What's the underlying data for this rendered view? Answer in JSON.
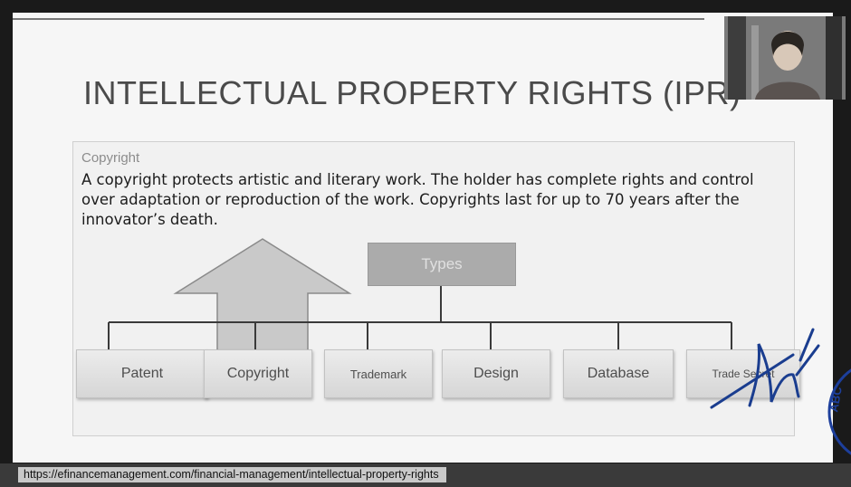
{
  "slide": {
    "title": "INTELLECTUAL PROPERTY RIGHTS (IPR)",
    "box": {
      "heading": "Copyright",
      "body": "A copyright protects artistic and literary work. The holder has complete rights and control over adaptation or reproduction of the work. Copyrights last for up to 70 years after the innovator’s death."
    },
    "diagram": {
      "root": "Types",
      "items": [
        {
          "label": "Patent"
        },
        {
          "label": "Copyright"
        },
        {
          "label": "Trademark"
        },
        {
          "label": "Design"
        },
        {
          "label": "Database"
        },
        {
          "label": "Trade Secret"
        }
      ]
    }
  },
  "footer": {
    "url": "https://efinancemanagement.com/financial-management/intellectual-property-rights"
  },
  "colors": {
    "slide_bg": "#f6f6f6",
    "box_bg": "#f1f1f1",
    "types_fill": "#ababab",
    "signature_ink": "#1a3d8f"
  }
}
